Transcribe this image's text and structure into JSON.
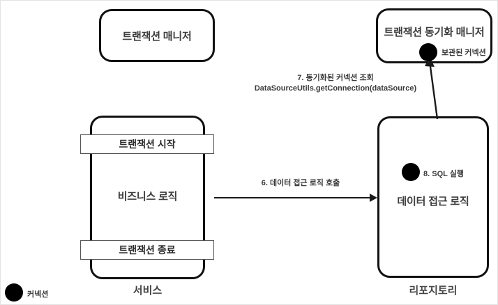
{
  "diagram": {
    "nodes": {
      "transaction_manager": {
        "label": "트랜잭션 매니저"
      },
      "transaction_sync_manager": {
        "label": "트랜잭션 동기화 매니저",
        "stored_connection_note": "보관된 커넥션"
      },
      "service": {
        "caption": "서비스",
        "tx_start_bar": "트랜잭션 시작",
        "body_label": "비즈니스 로직",
        "tx_end_bar": "트랜잭션 종료"
      },
      "repository": {
        "caption": "리포지토리",
        "body_label": "데이터 접근 로직",
        "sql_note": "8. SQL 실행"
      }
    },
    "edges": {
      "service_to_repository": {
        "label": "6. 데이터 접근 로직 호출"
      },
      "repository_to_sync_manager": {
        "label_line1": "7. 동기화된 커넥션 조회",
        "label_line2": "DataSourceUtils.getConnection(dataSource)"
      }
    },
    "legend": {
      "connection_label": "커넥션"
    },
    "colors": {
      "stroke": "#111111",
      "text": "#3a3a3a",
      "dot": "#000000",
      "frame": "#e3e3e3"
    }
  }
}
